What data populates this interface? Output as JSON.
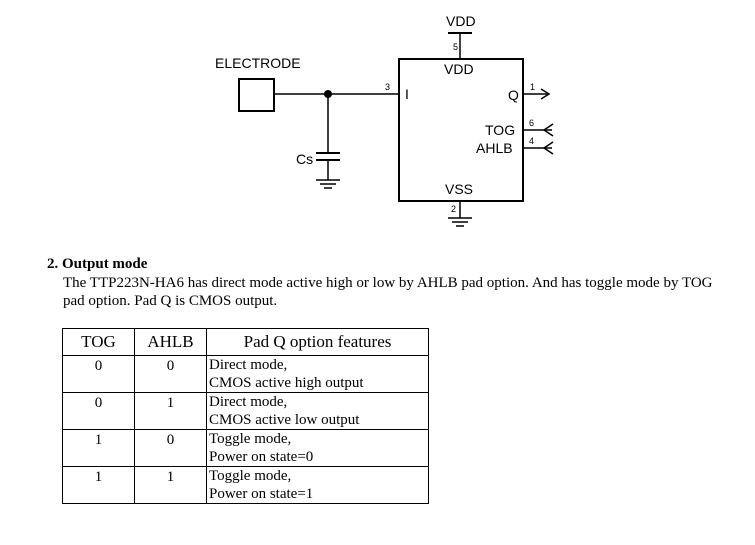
{
  "schematic": {
    "electrode_label": "ELECTRODE",
    "cap_label": "Cs",
    "vdd_supply_label": "VDD",
    "chip_pins": {
      "vdd": {
        "label": "VDD",
        "number": "5"
      },
      "vss": {
        "label": "VSS",
        "number": "2"
      },
      "input": {
        "label": "I",
        "number": "3"
      },
      "q": {
        "label": "Q",
        "number": "1"
      },
      "tog": {
        "label": "TOG",
        "number": "6"
      },
      "ahlb": {
        "label": "AHLB",
        "number": "4"
      }
    }
  },
  "section": {
    "title": "2. Output mode",
    "body": "The TTP223N-HA6 has direct mode active high or low by AHLB pad option. And has toggle mode by TOG pad option. Pad Q is CMOS output."
  },
  "table": {
    "headers": [
      "TOG",
      "AHLB",
      "Pad Q option features"
    ],
    "rows": [
      {
        "tog": "0",
        "ahlb": "0",
        "line1": "Direct mode,",
        "line2": "CMOS active high output"
      },
      {
        "tog": "0",
        "ahlb": "1",
        "line1": "Direct mode,",
        "line2": "CMOS active low output"
      },
      {
        "tog": "1",
        "ahlb": "0",
        "line1": "Toggle mode,",
        "line2": "Power on state=0"
      },
      {
        "tog": "1",
        "ahlb": "1",
        "line1": "Toggle mode,",
        "line2": "Power on state=1"
      }
    ]
  }
}
